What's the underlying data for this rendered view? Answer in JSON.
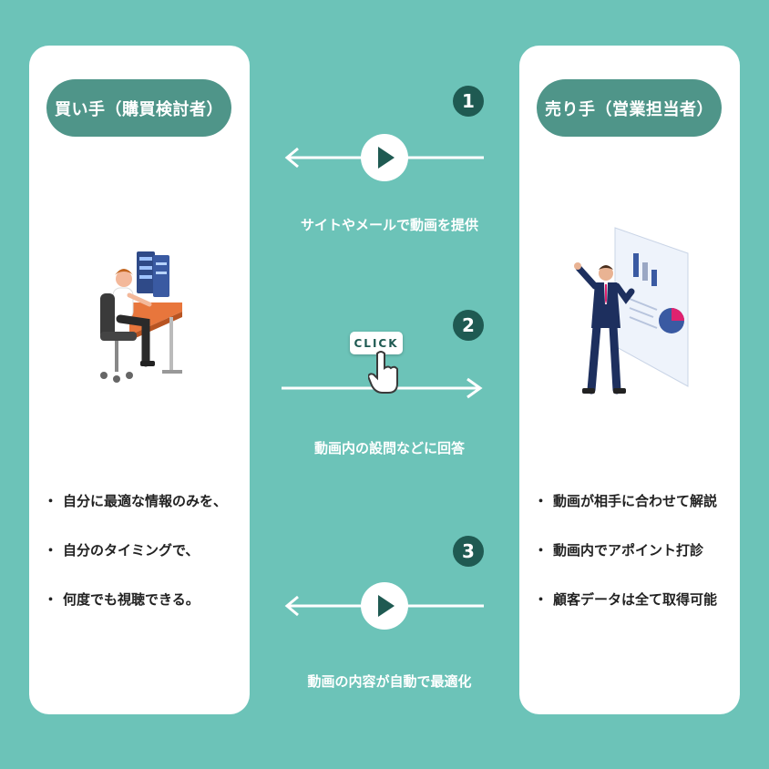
{
  "buyer": {
    "title": "買い手（購買検討者）",
    "points": [
      "自分に最適な情報のみを、",
      "自分のタイミングで、",
      "何度でも視聴できる。"
    ]
  },
  "seller": {
    "title": "売り手（営業担当者）",
    "points": [
      "動画が相手に合わせて解説",
      "動画内でアポイント打診",
      "顧客データは全て取得可能"
    ]
  },
  "bullet_glyph": "・",
  "steps": [
    {
      "number": "1",
      "caption": "サイトやメールで動画を提供"
    },
    {
      "number": "2",
      "caption": "動画内の設問などに回答",
      "button_label": "CLICK"
    },
    {
      "number": "3",
      "caption": "動画の内容が自動で最適化"
    }
  ],
  "colors": {
    "background": "#6cc3b8",
    "pill": "#4f9589",
    "step": "#1f5a52"
  }
}
